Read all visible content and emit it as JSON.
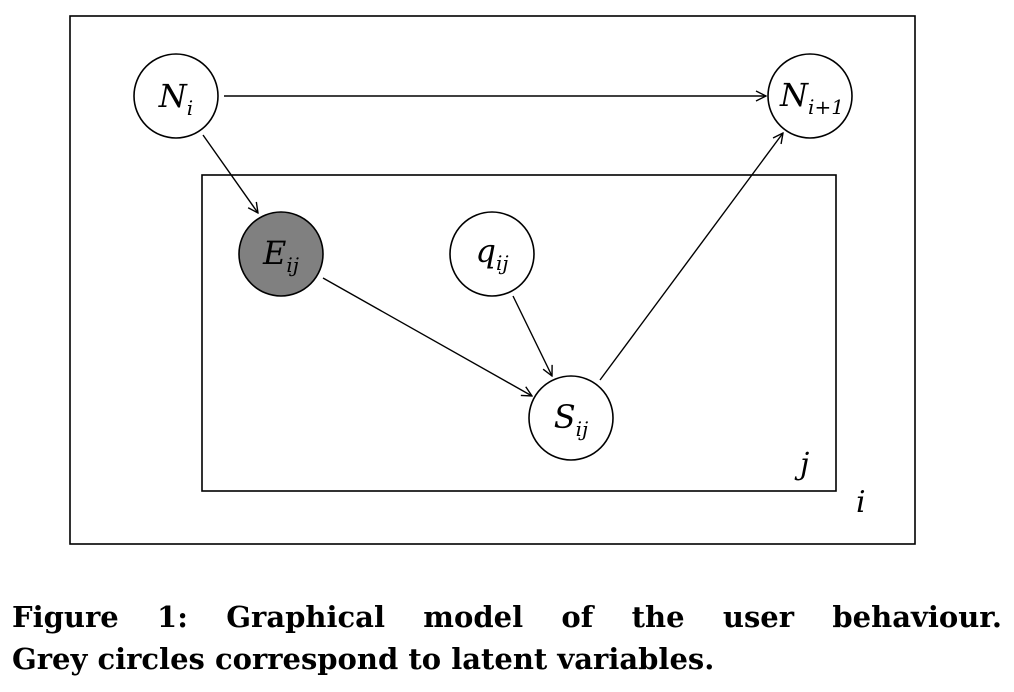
{
  "diagram": {
    "plates": {
      "outer_label": "i",
      "inner_label": "j"
    },
    "nodes": {
      "N_i": {
        "main": "N",
        "sub": "i",
        "latent": false
      },
      "N_i1": {
        "main": "N",
        "sub": "i+1",
        "latent": false
      },
      "E_ij": {
        "main": "E",
        "sub": "ij",
        "latent": true
      },
      "q_ij": {
        "main": "q",
        "sub": "ij",
        "latent": false
      },
      "S_ij": {
        "main": "S",
        "sub": "ij",
        "latent": false
      }
    },
    "edges": [
      {
        "from": "N_i",
        "to": "N_i1"
      },
      {
        "from": "N_i",
        "to": "E_ij"
      },
      {
        "from": "E_ij",
        "to": "S_ij"
      },
      {
        "from": "q_ij",
        "to": "S_ij"
      },
      {
        "from": "S_ij",
        "to": "N_i1"
      }
    ],
    "colors": {
      "latent_fill": "#808080",
      "observed_fill": "#ffffff",
      "stroke": "#000000"
    }
  },
  "caption": {
    "line1": "Figure 1: Graphical model of the user behaviour.",
    "line2": "Grey circles correspond to latent variables."
  }
}
